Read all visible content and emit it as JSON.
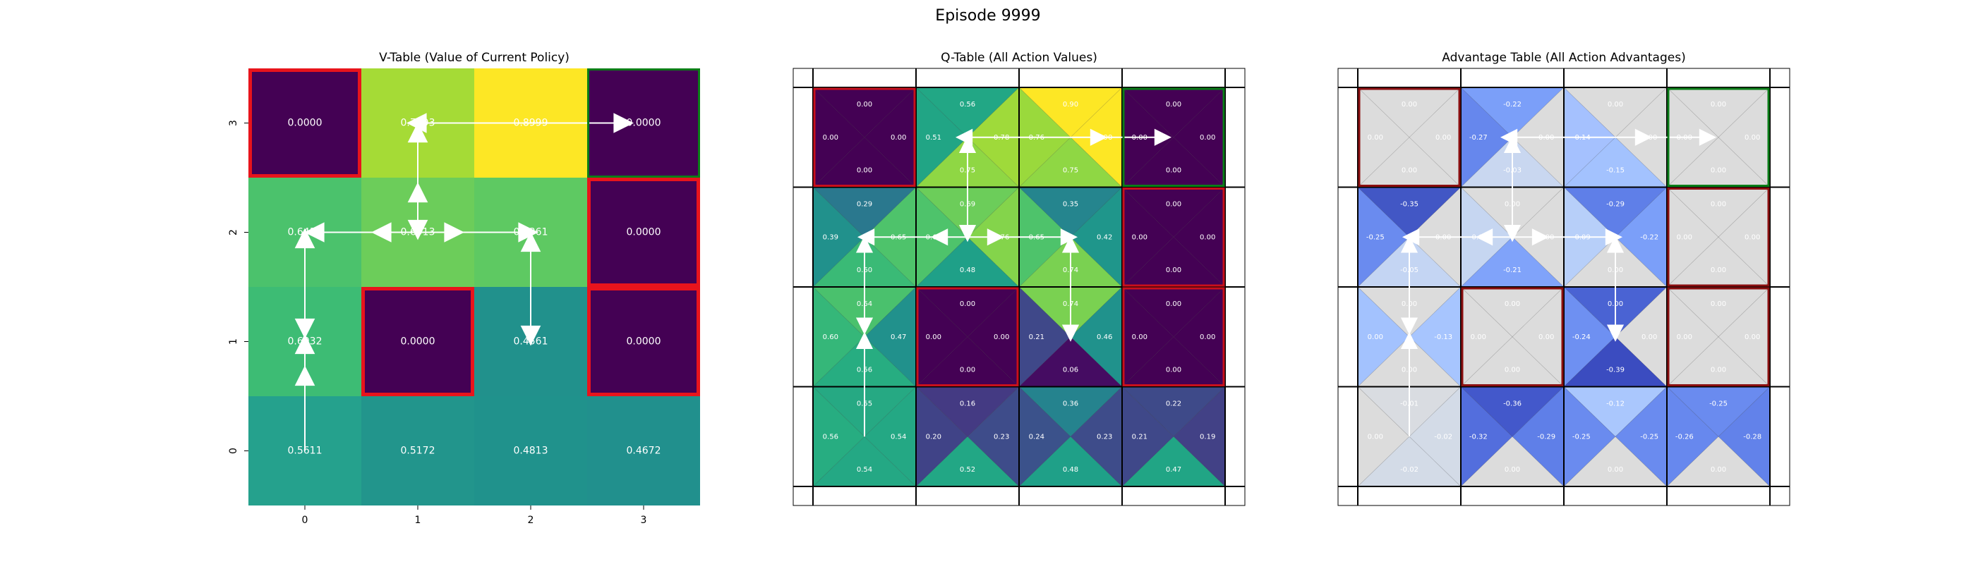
{
  "figure": {
    "title": "Episode 9999"
  },
  "chart_data": [
    {
      "type": "heatmap",
      "title": "V-Table (Value of Current Policy)",
      "x_ticks": [
        "0",
        "1",
        "2",
        "3"
      ],
      "y_ticks": [
        "0",
        "1",
        "2",
        "3"
      ],
      "rows": [
        [
          "0.5611",
          "0.5172",
          "0.4813",
          "0.4672"
        ],
        [
          "0.6032",
          "0.0000",
          "0.4561",
          "0.0000"
        ],
        [
          "0.6431",
          "0.6913",
          "0.7361",
          "0.0000"
        ],
        [
          "0.0000",
          "0.7793",
          "0.8999",
          "0.0000"
        ]
      ],
      "colors": [
        [
          "#25a18d",
          "#22958c",
          "#20928c",
          "#21908d"
        ],
        [
          "#3dbc74",
          "#440154",
          "#21918c",
          "#440154"
        ],
        [
          "#4bc26c",
          "#6ccd5a",
          "#5ec962",
          "#440154"
        ],
        [
          "#440154",
          "#a5db36",
          "#fde725",
          "#440154"
        ]
      ],
      "holes": [
        [
          3,
          0
        ],
        [
          1,
          1
        ],
        [
          1,
          3
        ],
        [
          2,
          3
        ]
      ],
      "goal": [
        3,
        3
      ],
      "policy_arrows": [
        {
          "row": 0,
          "col": 0,
          "dir": "up"
        },
        {
          "row": 1,
          "col": 0,
          "dir": "both-v"
        },
        {
          "row": 2,
          "col": 0,
          "dir": "left"
        },
        {
          "row": 2,
          "col": 1,
          "dir": "all"
        },
        {
          "row": 2,
          "col": 2,
          "dir": "up-right"
        },
        {
          "row": 1,
          "col": 2,
          "dir": "down"
        },
        {
          "row": 3,
          "col": 1,
          "dir": "up-left"
        },
        {
          "row": 3,
          "col": 2,
          "dir": "right"
        }
      ]
    },
    {
      "type": "heatmap",
      "title": "Q-Table (All Action Values)",
      "cells": [
        {
          "row": 3,
          "col": 0,
          "up": "0.00",
          "left": "0.00",
          "right": "0.00",
          "down": "0.00",
          "c": [
            "#440154",
            "#440154",
            "#440154",
            "#440154"
          ]
        },
        {
          "row": 3,
          "col": 1,
          "up": "0.56",
          "left": "0.51",
          "right": "0.78",
          "down": "0.75",
          "c": [
            "#22a785",
            "#21a585",
            "#9fda3a",
            "#8fd744"
          ]
        },
        {
          "row": 3,
          "col": 2,
          "up": "0.90",
          "left": "0.76",
          "right": "0.90",
          "down": "0.75",
          "c": [
            "#fde725",
            "#9ad93c",
            "#fde725",
            "#8fd744"
          ]
        },
        {
          "row": 3,
          "col": 3,
          "up": "0.00",
          "left": "0.00",
          "right": "0.00",
          "down": "0.00",
          "c": [
            "#440154",
            "#440154",
            "#440154",
            "#440154"
          ]
        },
        {
          "row": 2,
          "col": 0,
          "up": "0.29",
          "left": "0.39",
          "right": "0.65",
          "down": "0.60",
          "c": [
            "#2a788e",
            "#21918c",
            "#4ec36b",
            "#3aba76"
          ]
        },
        {
          "row": 2,
          "col": 1,
          "up": "0.69",
          "left": "0.65",
          "right": "0.76",
          "down": "0.48",
          "c": [
            "#6ccd5a",
            "#4ec36b",
            "#84d44b",
            "#1fa088"
          ]
        },
        {
          "row": 2,
          "col": 2,
          "up": "0.35",
          "left": "0.65",
          "right": "0.42",
          "down": "0.74",
          "c": [
            "#25858e",
            "#4ec36b",
            "#1f968b",
            "#7ad151"
          ]
        },
        {
          "row": 2,
          "col": 3,
          "up": "0.00",
          "left": "0.00",
          "right": "0.00",
          "down": "0.00",
          "c": [
            "#440154",
            "#440154",
            "#440154",
            "#440154"
          ]
        },
        {
          "row": 1,
          "col": 0,
          "up": "0.64",
          "left": "0.60",
          "right": "0.47",
          "down": "0.56",
          "c": [
            "#4ac16d",
            "#35b779",
            "#21918c",
            "#27ad81"
          ]
        },
        {
          "row": 1,
          "col": 1,
          "up": "0.00",
          "left": "0.00",
          "right": "0.00",
          "down": "0.00",
          "c": [
            "#440154",
            "#440154",
            "#440154",
            "#440154"
          ]
        },
        {
          "row": 1,
          "col": 2,
          "up": "0.74",
          "left": "0.21",
          "right": "0.46",
          "down": "0.06",
          "c": [
            "#7ad151",
            "#3f4889",
            "#20928c",
            "#450c62"
          ]
        },
        {
          "row": 1,
          "col": 3,
          "up": "0.00",
          "left": "0.00",
          "right": "0.00",
          "down": "0.00",
          "c": [
            "#440154",
            "#440154",
            "#440154",
            "#440154"
          ]
        },
        {
          "row": 0,
          "col": 0,
          "up": "0.55",
          "left": "0.56",
          "right": "0.54",
          "down": "0.54",
          "c": [
            "#26a983",
            "#27ad81",
            "#24a884",
            "#24a884"
          ]
        },
        {
          "row": 0,
          "col": 1,
          "up": "0.16",
          "left": "0.20",
          "right": "0.23",
          "down": "0.52",
          "c": [
            "#443a83",
            "#404387",
            "#3e4c8a",
            "#22a785"
          ]
        },
        {
          "row": 0,
          "col": 2,
          "up": "0.36",
          "left": "0.24",
          "right": "0.23",
          "down": "0.48",
          "c": [
            "#25838e",
            "#3b528b",
            "#3e4c8a",
            "#1fa088"
          ]
        },
        {
          "row": 0,
          "col": 3,
          "up": "0.22",
          "left": "0.21",
          "right": "0.19",
          "down": "0.47",
          "c": [
            "#3e4a89",
            "#3f4889",
            "#424186",
            "#21a585"
          ]
        }
      ]
    },
    {
      "type": "heatmap",
      "title": "Advantage Table (All Action Advantages)",
      "cells": [
        {
          "row": 3,
          "col": 0,
          "up": "0.00",
          "left": "0.00",
          "right": "0.00",
          "down": "0.00",
          "c": [
            "#dcdcdc",
            "#dcdcdc",
            "#dcdcdc",
            "#dcdcdc"
          ]
        },
        {
          "row": 3,
          "col": 1,
          "up": "-0.22",
          "left": "-0.27",
          "right": "0.00",
          "down": "-0.03",
          "c": [
            "#7b9ff9",
            "#6687ed",
            "#dcdcdc",
            "#c9d7f0"
          ]
        },
        {
          "row": 3,
          "col": 2,
          "up": "0.00",
          "left": "-0.14",
          "right": "0.00",
          "down": "-0.15",
          "c": [
            "#dcdcdc",
            "#a5c1fe",
            "#dcdcdc",
            "#a3c2fe"
          ]
        },
        {
          "row": 3,
          "col": 3,
          "up": "0.00",
          "left": "0.00",
          "right": "0.00",
          "down": "0.00",
          "c": [
            "#dcdcdc",
            "#dcdcdc",
            "#dcdcdc",
            "#dcdcdc"
          ]
        },
        {
          "row": 2,
          "col": 0,
          "up": "-0.35",
          "left": "-0.25",
          "right": "0.00",
          "down": "-0.05",
          "c": [
            "#4257c5",
            "#6a8bef",
            "#dcdcdc",
            "#c4d5f3"
          ]
        },
        {
          "row": 2,
          "col": 1,
          "up": "0.00",
          "left": "-0.04",
          "right": "0.00",
          "down": "-0.21",
          "c": [
            "#dcdcdc",
            "#c6d6f1",
            "#dcdcdc",
            "#80a3fa"
          ]
        },
        {
          "row": 2,
          "col": 2,
          "up": "-0.29",
          "left": "-0.09",
          "right": "-0.22",
          "down": "0.00",
          "c": [
            "#5f7fe8",
            "#b7cff9",
            "#7b9ff9",
            "#dcdcdc"
          ]
        },
        {
          "row": 2,
          "col": 3,
          "up": "0.00",
          "left": "0.00",
          "right": "0.00",
          "down": "0.00",
          "c": [
            "#dcdcdc",
            "#dcdcdc",
            "#dcdcdc",
            "#dcdcdc"
          ]
        },
        {
          "row": 1,
          "col": 0,
          "up": "0.00",
          "left": "0.00",
          "right": "-0.13",
          "down": "0.00",
          "c": [
            "#dcdcdc",
            "#a3c2fe",
            "#a7c5fe",
            "#dcdcdc"
          ]
        },
        {
          "row": 1,
          "col": 1,
          "up": "0.00",
          "left": "0.00",
          "right": "0.00",
          "down": "0.00",
          "c": [
            "#dcdcdc",
            "#dcdcdc",
            "#dcdcdc",
            "#dcdcdc"
          ]
        },
        {
          "row": 1,
          "col": 2,
          "up": "0.00",
          "left": "-0.24",
          "right": "0.00",
          "down": "-0.39",
          "c": [
            "#4a63d3",
            "#6e90f2",
            "#dcdcdc",
            "#3b4cc0"
          ]
        },
        {
          "row": 1,
          "col": 3,
          "up": "0.00",
          "left": "0.00",
          "right": "0.00",
          "down": "0.00",
          "c": [
            "#dcdcdc",
            "#dcdcdc",
            "#dcdcdc",
            "#dcdcdc"
          ]
        },
        {
          "row": 0,
          "col": 0,
          "up": "-0.01",
          "left": "0.00",
          "right": "-0.02",
          "down": "-0.02",
          "c": [
            "#d9dce1",
            "#dcdcdc",
            "#d3dbe7",
            "#d3dbe7"
          ]
        },
        {
          "row": 0,
          "col": 1,
          "up": "-0.36",
          "left": "-0.32",
          "right": "-0.29",
          "down": "0.00",
          "c": [
            "#4358cb",
            "#536edd",
            "#5f7fe8",
            "#dcdcdc"
          ]
        },
        {
          "row": 0,
          "col": 2,
          "up": "-0.12",
          "left": "-0.25",
          "right": "-0.25",
          "down": "0.00",
          "c": [
            "#aac7fd",
            "#6a8bef",
            "#6a8bef",
            "#dcdcdc"
          ]
        },
        {
          "row": 0,
          "col": 3,
          "up": "-0.25",
          "left": "-0.26",
          "right": "-0.28",
          "down": "0.00",
          "c": [
            "#6a8bef",
            "#6788ee",
            "#6282ea",
            "#dcdcdc"
          ]
        }
      ]
    }
  ],
  "colors": {
    "hole_border": "#e8141c",
    "goal_border": "#0a7d18",
    "arrow": "#ffffff",
    "grid_line": "#000000"
  }
}
